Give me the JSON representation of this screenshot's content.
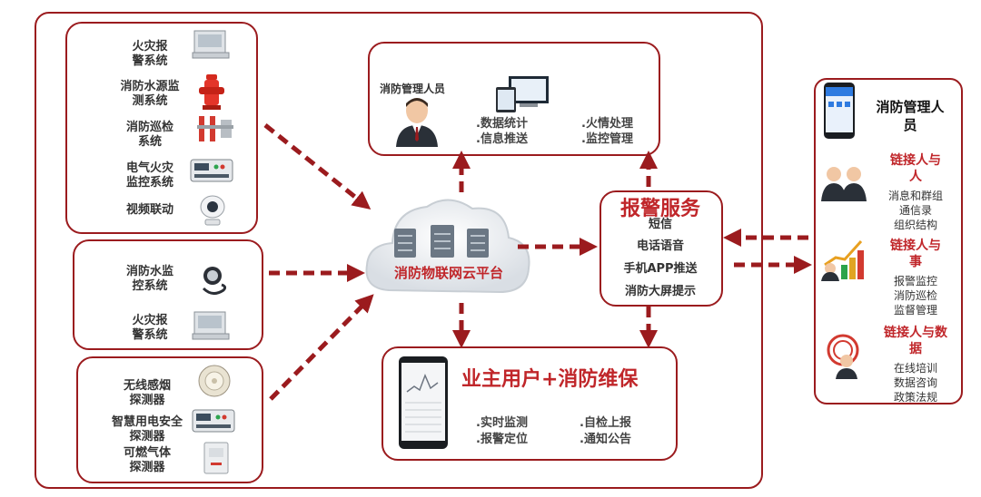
{
  "left_top": {
    "items": [
      {
        "label": "火灾报\n警系统",
        "icon": "monitor-icon"
      },
      {
        "label": "消防水源监\n测系统",
        "icon": "hydrant-icon"
      },
      {
        "label": "消防巡检\n系统",
        "icon": "pump-icon"
      },
      {
        "label": "电气火灾\n监控系统",
        "icon": "controller-icon"
      },
      {
        "label": "视频联动",
        "icon": "camera-icon"
      }
    ]
  },
  "left_mid": {
    "items": [
      {
        "label": "消防水监\n控系统",
        "icon": "gauge-icon"
      },
      {
        "label": "火灾报\n警系统",
        "icon": "monitor-icon"
      }
    ]
  },
  "left_bottom": {
    "items": [
      {
        "label": "无线感烟\n探测器",
        "icon": "smoke-detector-icon"
      },
      {
        "label": "智慧用电安全\n探测器",
        "icon": "controller-icon"
      },
      {
        "label": "可燃气体\n探测器",
        "icon": "gas-detector-icon"
      }
    ]
  },
  "cloud": {
    "label": "消防物联网云平台"
  },
  "mgmt_box": {
    "title": "消防管理人员",
    "features": [
      ".数据统计",
      ".信息推送",
      ".火情处理",
      ".监控管理"
    ]
  },
  "alarm": {
    "title": "报警服务",
    "items": [
      "短信",
      "电话语音",
      "手机APP推送",
      "消防大屏提示"
    ]
  },
  "owner": {
    "title": "业主用户+消防维保",
    "features": [
      ".实时监测",
      ".报警定位",
      ".自检上报",
      ".通知公告"
    ]
  },
  "right": {
    "title": "消防管理人\n员",
    "groups": [
      {
        "heading": "链接人与\n人",
        "lines": [
          "消息和群组",
          "通信录",
          "组织结构"
        ]
      },
      {
        "heading": "链接人与\n事",
        "lines": [
          "报警监控",
          "消防巡检",
          "监督管理"
        ]
      },
      {
        "heading": "链接人与数\n据",
        "lines": [
          "在线培训",
          "数据咨询",
          "政策法规"
        ]
      }
    ]
  },
  "colors": {
    "accent": "#c0262a",
    "border": "#9b1b1e"
  }
}
